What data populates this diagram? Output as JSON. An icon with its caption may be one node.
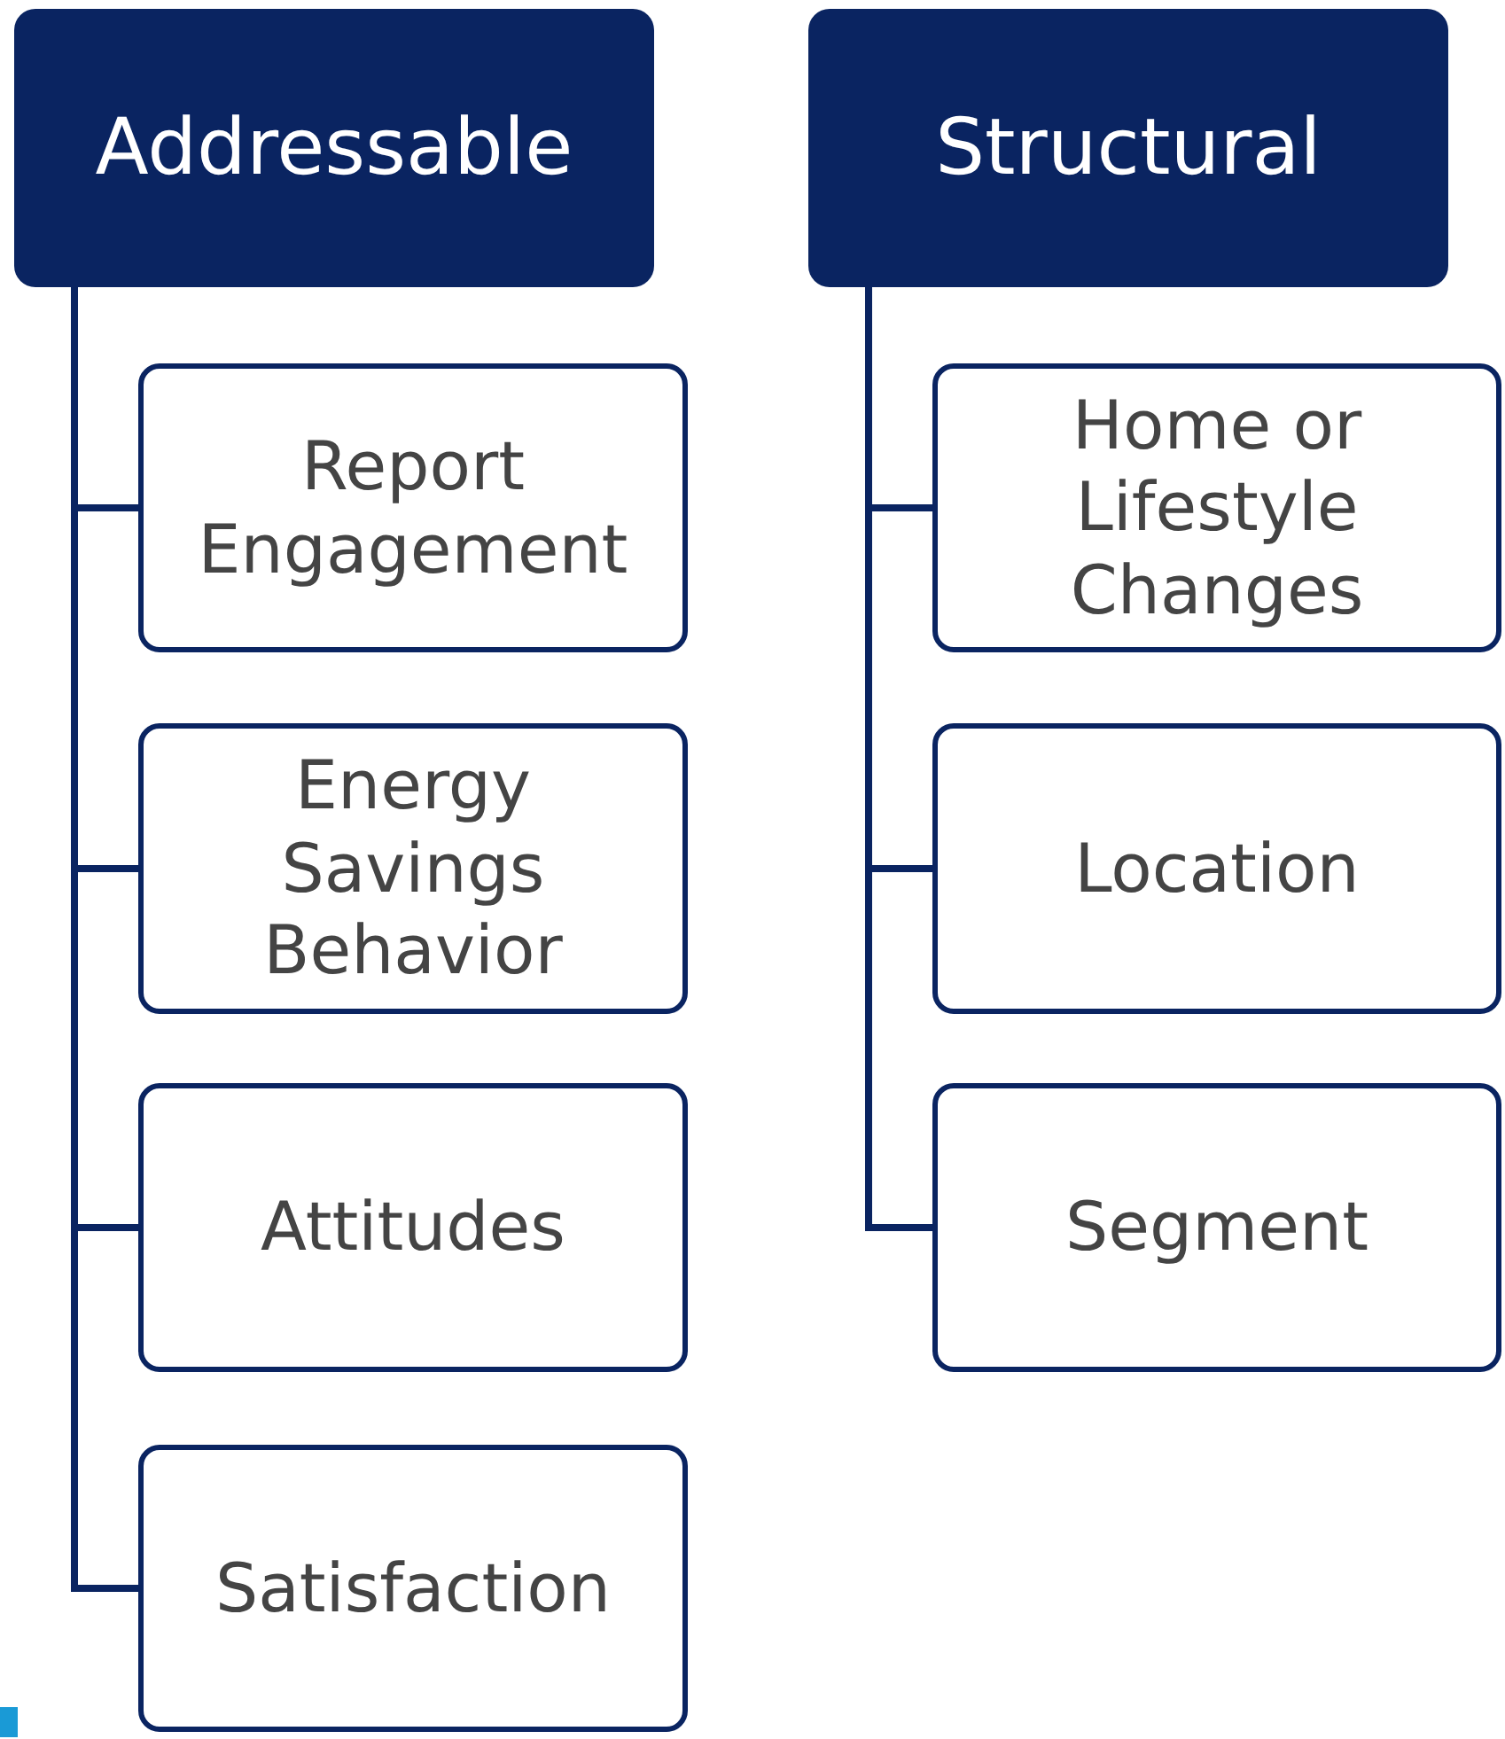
{
  "diagram": {
    "nodes": [
      {
        "text": [
          "Addressable"
        ]
      },
      {
        "text": [
          "Report Engagement"
        ]
      },
      {
        "text": [
          "Energy Savings Behavior"
        ]
      },
      {
        "text": [
          "Attitudes"
        ]
      },
      {
        "text": [
          "Satisfaction"
        ]
      },
      {
        "text": [
          "Structural"
        ]
      },
      {
        "text": [
          "Home or Lifestyle Changes"
        ]
      },
      {
        "text": [
          "Location"
        ]
      },
      {
        "text": [
          "Segment"
        ]
      }
    ],
    "edges": [
      {
        "from": 0,
        "to": 1,
        "arrow": "none"
      },
      {
        "from": 0,
        "to": 2,
        "arrow": "none"
      },
      {
        "from": 0,
        "to": 3,
        "arrow": "none"
      },
      {
        "from": 0,
        "to": 4,
        "arrow": "none"
      },
      {
        "from": 5,
        "to": 6,
        "arrow": "none"
      },
      {
        "from": 5,
        "to": 7,
        "arrow": "none"
      },
      {
        "from": 5,
        "to": 8,
        "arrow": "none"
      }
    ]
  }
}
